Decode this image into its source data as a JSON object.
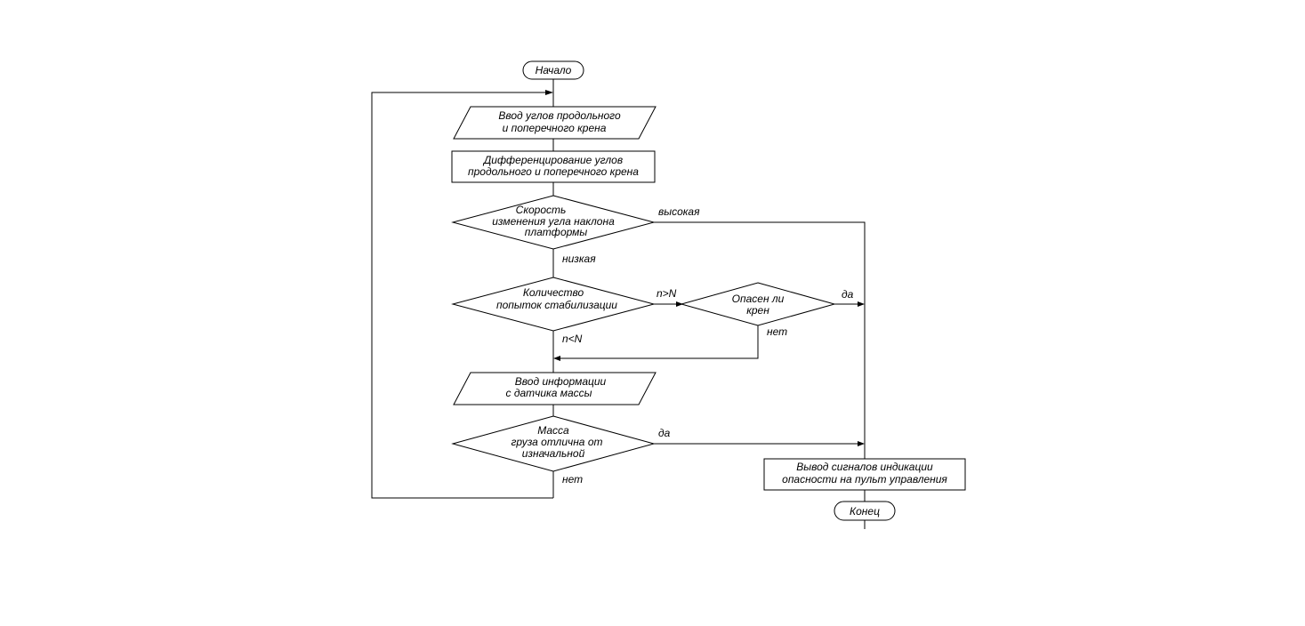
{
  "flowchart": {
    "start": "Начало",
    "end": "Конец",
    "input_angles": [
      "Ввод углов продольного",
      "и поперечного крена"
    ],
    "differentiate": [
      "Дифференцирование углов",
      "продольного и поперечного крена"
    ],
    "rate_decision": [
      "Скорость",
      "изменения угла наклона",
      "платформы"
    ],
    "rate_high": "высокая",
    "rate_low": "низкая",
    "attempts_decision": [
      "Количество",
      "попыток стабилизации"
    ],
    "attempts_over": "n>N",
    "attempts_under": "n<N",
    "danger_decision": [
      "Опасен ли",
      "крен"
    ],
    "danger_yes": "да",
    "danger_no": "нет",
    "input_mass": [
      "Ввод информации",
      "с датчика массы"
    ],
    "mass_decision": [
      "Масса",
      "груза отлична от",
      "изначальной"
    ],
    "mass_yes": "да",
    "mass_no": "нет",
    "alarm_output": [
      "Вывод сигналов индикации",
      "опасности на пульт управления"
    ]
  }
}
